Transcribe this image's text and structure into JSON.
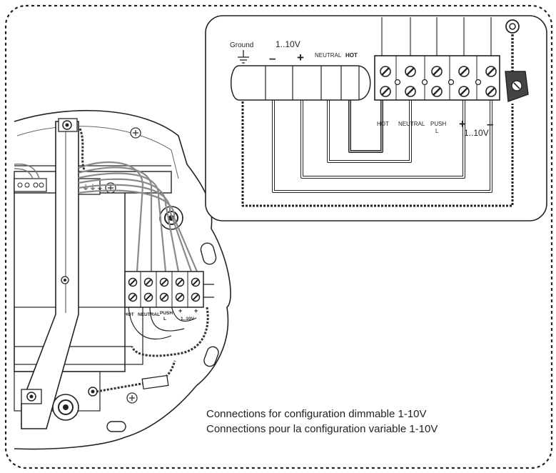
{
  "inset": {
    "ground_label": "Ground",
    "voltage_label": "1..10V",
    "minus_sign": "–",
    "plus_sign": "+",
    "neutral_label": "NEUTRAL",
    "hot_label": "HOT",
    "terminal_hot": "HOT",
    "terminal_neutral": "NEUTRAL",
    "terminal_push": "PUSH",
    "terminal_push_sub": "L",
    "terminal_plus": "+",
    "terminal_minus": "–",
    "terminal_voltage": "1..10V"
  },
  "fixture": {
    "terminal_hot": "HOT",
    "terminal_neutral": "NEUTRAL",
    "terminal_push": "PUSH",
    "terminal_push_sub": "L",
    "terminal_plus": "+",
    "terminal_minus": "+",
    "terminal_voltage": "1..10V"
  },
  "caption": {
    "line_en": "Connections for configuration dimmable 1-10V",
    "line_fr": "Connections pour la configuration variable 1-10V"
  }
}
